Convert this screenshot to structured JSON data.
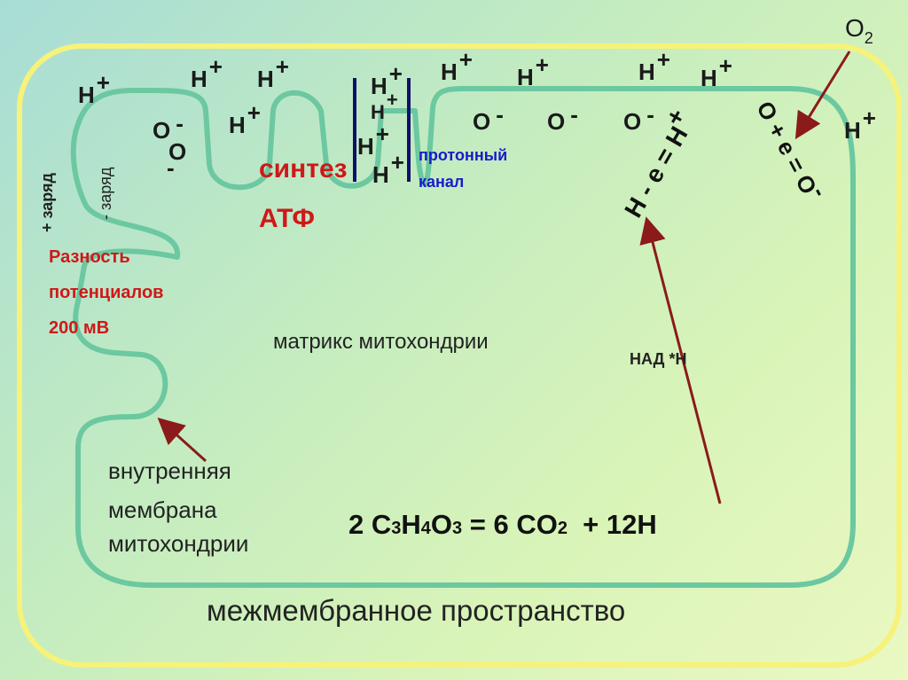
{
  "labels": {
    "h": "H",
    "plus": "+",
    "o": "O",
    "minus": "-",
    "synthesis_line1": "синтез",
    "synthesis_line2": "АТФ",
    "proton_channel_line1": "протонный",
    "proton_channel_line2": "канал",
    "plus_charge": "+ заряд",
    "minus_charge": "- заряд",
    "potential_line1": "Разность",
    "potential_line2": "потенциалов",
    "potential_line3": "200 мВ",
    "matrix": "матрикс митохондрии",
    "nad": "НАД *Н",
    "inner_membrane_line1": "внутренняя",
    "inner_membrane_line2": "мембрана",
    "inner_membrane_line3": "митохондрии",
    "intermembrane_space": "межмембранное пространство",
    "o2_base": "O",
    "o2_sub": "2",
    "reaction_h_eq": "H - e = H",
    "reaction_o_eq": "O + e = O",
    "eq_coef": "2 C",
    "eq_sub3a": "3",
    "eq_h": "H",
    "eq_sub4": "4",
    "eq_o": "O",
    "eq_sub3b": "3",
    "eq_mid": " = 6 CO",
    "eq_sub2": "2",
    "eq_tail": "  + 12H"
  },
  "colors": {
    "outer_membrane": "#f6f27a",
    "inner_membrane": "#6cc8a0",
    "arrow": "#8b1a1a",
    "channel": "#10106a",
    "red_text": "#d01818",
    "blue_text": "#1a1acc"
  }
}
